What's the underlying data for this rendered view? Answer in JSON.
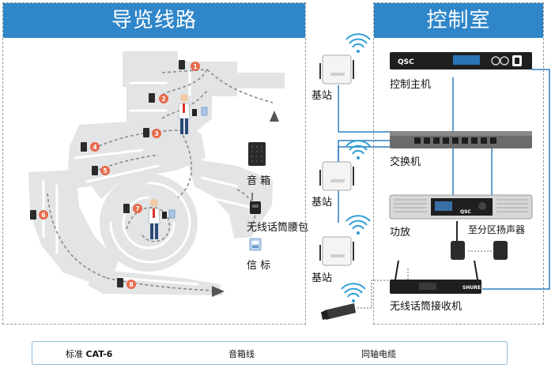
{
  "left_panel": {
    "title": "导览线路"
  },
  "right_panel": {
    "title": "控制室"
  },
  "zones": [
    "1",
    "2",
    "3",
    "4",
    "5",
    "6",
    "7",
    "8"
  ],
  "left_legend": {
    "speaker": "音 箱",
    "beltpack": "无线话筒腰包",
    "beacon": "信 标"
  },
  "control": {
    "base_station_1": "基站",
    "base_station_2": "基站",
    "base_station_3": "基站",
    "host": "控制主机",
    "host_brand": "QSC",
    "switch": "交换机",
    "amplifier": "功放",
    "amp_brand": "QSC",
    "zone_speakers": "至分区扬声器",
    "receiver": "无线话筒接收机",
    "receiver_brand": "SHURE"
  },
  "legend": {
    "cat6_prefix": "标准 ",
    "cat6_bold": "CAT-6",
    "speaker_cable": "音箱线",
    "coax": "同轴电缆"
  },
  "colors": {
    "accent": "#2f86c9",
    "cat6_line": "#2f7fc1",
    "speaker_line": "#111111",
    "zone_marker": "#e8694c",
    "floor": "#e2e4e6"
  }
}
